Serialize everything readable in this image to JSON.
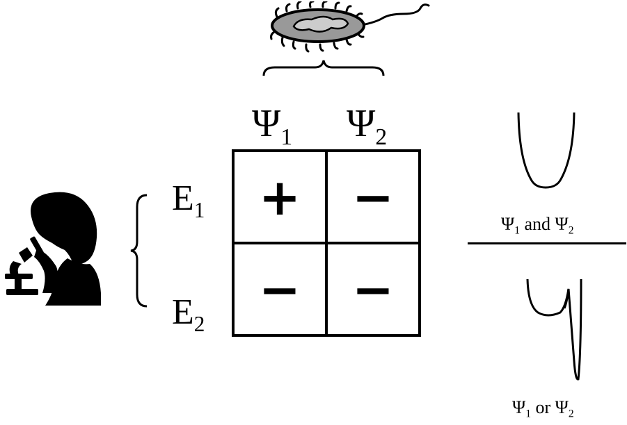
{
  "columns": [
    {
      "symbol": "Ψ",
      "index": "1"
    },
    {
      "symbol": "Ψ",
      "index": "2"
    }
  ],
  "rows": [
    {
      "symbol": "E",
      "index": "1"
    },
    {
      "symbol": "E",
      "index": "2"
    }
  ],
  "cells": [
    [
      "+",
      "−"
    ],
    [
      "−",
      "−"
    ]
  ],
  "captions": {
    "top": {
      "a": "Ψ",
      "a_index": "1",
      "joiner": " and ",
      "b": "Ψ",
      "b_index": "2"
    },
    "bottom": {
      "a": "Ψ",
      "a_index": "1",
      "joiner": " or ",
      "b": "Ψ",
      "b_index": "2"
    }
  },
  "icons": {
    "organism": "bacterium-icon",
    "observer": "scientist-with-microscope-icon",
    "wide_well": "single-well-potential-icon",
    "narrow_well": "double-well-potential-icon"
  }
}
